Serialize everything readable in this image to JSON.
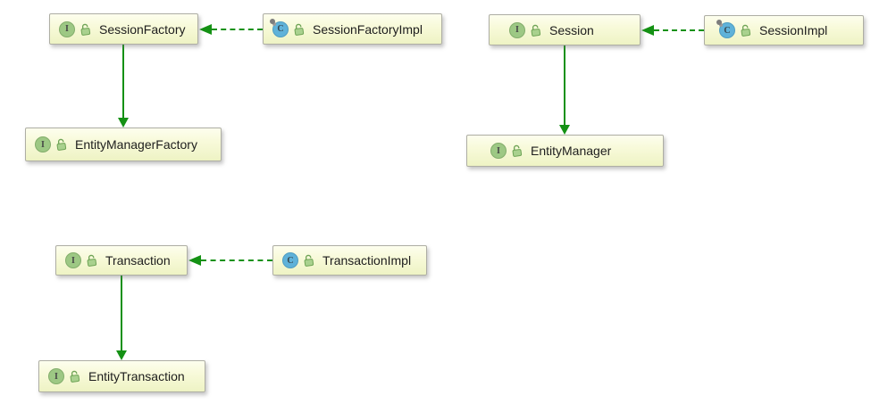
{
  "diagram": {
    "tool_style": "IntelliJ IDEA UML class diagram",
    "background_color": "#ffffff",
    "node_fill_top": "#fdfeee",
    "node_fill_bottom": "#eef3c4",
    "node_border_color": "#aeaea4",
    "edge_color": "#149114",
    "interface_icon_color": "#9dc884",
    "class_icon_color": "#5fb2d9"
  },
  "icons": {
    "interface_letter": "I",
    "class_letter": "C",
    "visibility": "public-open-lock"
  },
  "nodes": [
    {
      "label": "SessionFactory",
      "kind": "interface"
    },
    {
      "label": "SessionFactoryImpl",
      "kind": "final-class"
    },
    {
      "label": "EntityManagerFactory",
      "kind": "interface"
    },
    {
      "label": "Session",
      "kind": "interface"
    },
    {
      "label": "SessionImpl",
      "kind": "final-class"
    },
    {
      "label": "EntityManager",
      "kind": "interface"
    },
    {
      "label": "Transaction",
      "kind": "interface"
    },
    {
      "label": "TransactionImpl",
      "kind": "class"
    },
    {
      "label": "EntityTransaction",
      "kind": "interface"
    }
  ],
  "edges": [
    {
      "from": "SessionFactoryImpl",
      "to": "SessionFactory",
      "type": "realization",
      "style": "dashed-green-arrow"
    },
    {
      "from": "SessionFactory",
      "to": "EntityManagerFactory",
      "type": "generalization",
      "style": "solid-green-arrow"
    },
    {
      "from": "SessionImpl",
      "to": "Session",
      "type": "realization",
      "style": "dashed-green-arrow"
    },
    {
      "from": "Session",
      "to": "EntityManager",
      "type": "generalization",
      "style": "solid-green-arrow"
    },
    {
      "from": "TransactionImpl",
      "to": "Transaction",
      "type": "realization",
      "style": "dashed-green-arrow"
    },
    {
      "from": "Transaction",
      "to": "EntityTransaction",
      "type": "generalization",
      "style": "solid-green-arrow"
    }
  ]
}
